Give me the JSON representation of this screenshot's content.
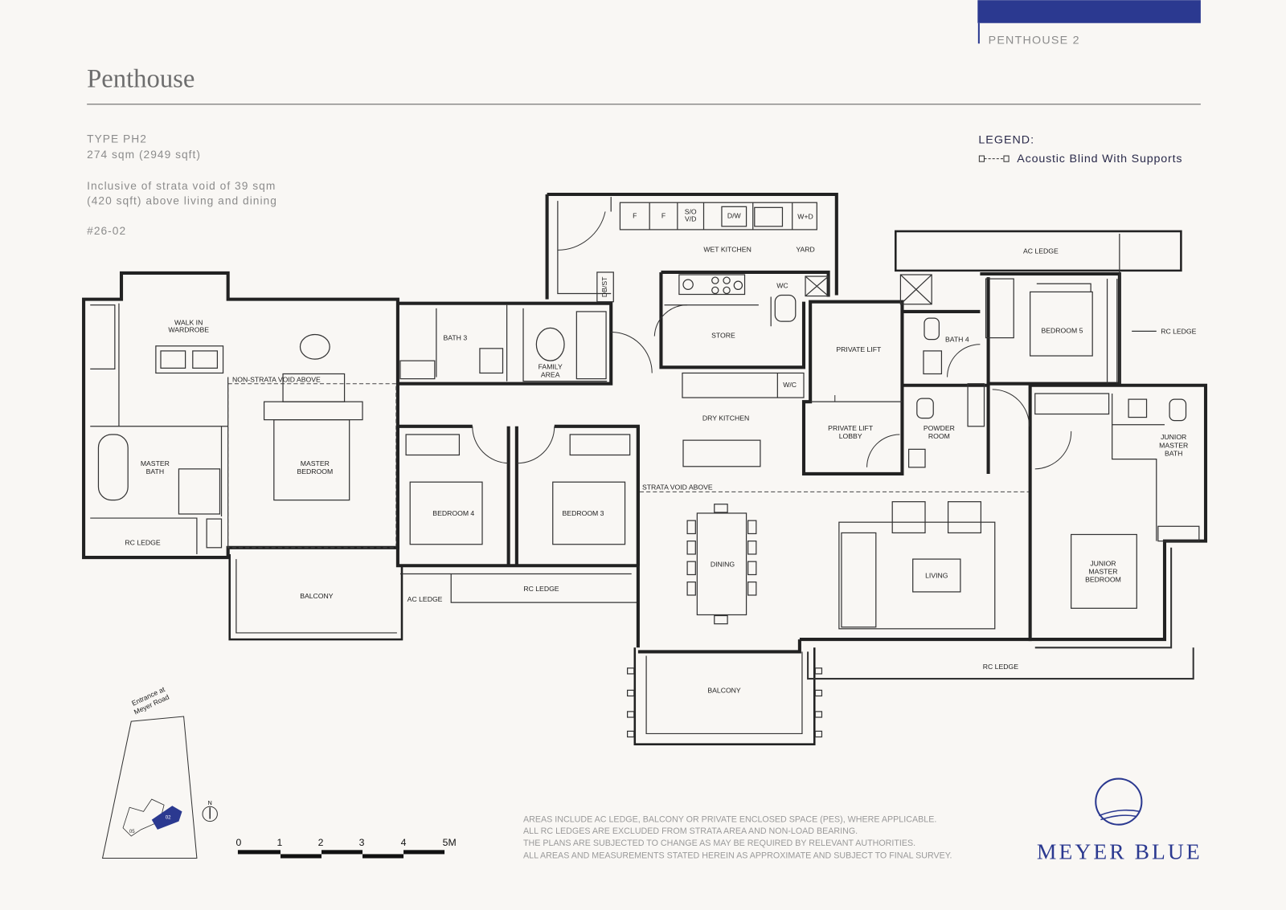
{
  "header": {
    "tab_label": "PENTHOUSE 2",
    "title": "Penthouse",
    "brand_color": "#2b3990"
  },
  "unit": {
    "type": "TYPE PH2",
    "area": "274 sqm (2949 sqft)",
    "void_note_line1": "Inclusive of strata void of 39 sqm",
    "void_note_line2": "(420 sqft) above living and dining",
    "unit_number": "#26-02"
  },
  "legend": {
    "title": "LEGEND:",
    "item": "Acoustic Blind With Supports"
  },
  "rooms": {
    "walk_in_wardrobe_1": "WALK IN",
    "walk_in_wardrobe_2": "WARDROBE",
    "non_strata_void": "NON-STRATA VOID ABOVE",
    "master_bath_1": "MASTER",
    "master_bath_2": "BATH",
    "master_bedroom_1": "MASTER",
    "master_bedroom_2": "BEDROOM",
    "rc_ledge_master": "RC LEDGE",
    "balcony_master": "BALCONY",
    "ac_ledge_bottom": "AC LEDGE",
    "rc_ledge_bedrooms": "RC LEDGE",
    "bath3": "BATH 3",
    "family_area_1": "FAMILY",
    "family_area_2": "AREA",
    "bedroom4": "BEDROOM 4",
    "bedroom3": "BEDROOM 3",
    "wet_kitchen": "WET KITCHEN",
    "yard": "YARD",
    "appl_f1": "F",
    "appl_f2": "F",
    "appl_so_1": "S/O",
    "appl_so_2": "V/D",
    "appl_dw": "D/W",
    "appl_wd": "W+D",
    "db_st": "DB/ST",
    "wc": "WC",
    "store": "STORE",
    "w_c": "W/C",
    "dry_kitchen": "DRY KITCHEN",
    "strata_void": "STRATA VOID ABOVE",
    "dining": "DINING",
    "living": "LIVING",
    "balcony_main": "BALCONY",
    "rc_ledge_bottom": "RC LEDGE",
    "private_lift": "PRIVATE LIFT",
    "private_lift_lobby_1": "PRIVATE LIFT",
    "private_lift_lobby_2": "LOBBY",
    "powder_room_1": "POWDER",
    "powder_room_2": "ROOM",
    "bath4": "BATH 4",
    "ac_ledge_top": "AC LEDGE",
    "bedroom5": "BEDROOM 5",
    "rc_ledge_right": "RC LEDGE",
    "jr_master_bath_1": "JUNIOR",
    "jr_master_bath_2": "MASTER",
    "jr_master_bath_3": "BATH",
    "jr_master_bedroom_1": "JUNIOR",
    "jr_master_bedroom_2": "MASTER",
    "jr_master_bedroom_3": "BEDROOM"
  },
  "key_plan": {
    "entrance_1": "Entrance at",
    "entrance_2": "Meyer Road",
    "unit_highlight": "02",
    "other_unit": "05",
    "north": "N"
  },
  "scale_bar": {
    "ticks": [
      "0",
      "1",
      "2",
      "3",
      "4",
      "5M"
    ]
  },
  "notes": [
    "AREAS INCLUDE AC LEDGE, BALCONY OR PRIVATE ENCLOSED SPACE (PES), WHERE APPLICABLE.",
    "ALL RC LEDGES ARE EXCLUDED FROM STRATA AREA AND NON-LOAD BEARING.",
    "THE PLANS ARE SUBJECTED TO CHANGE AS MAY BE REQUIRED BY RELEVANT AUTHORITIES.",
    "ALL AREAS AND MEASUREMENTS STATED HEREIN AS APPROXIMATE AND SUBJECT TO FINAL SURVEY."
  ],
  "brand": {
    "name": "MEYER BLUE"
  }
}
